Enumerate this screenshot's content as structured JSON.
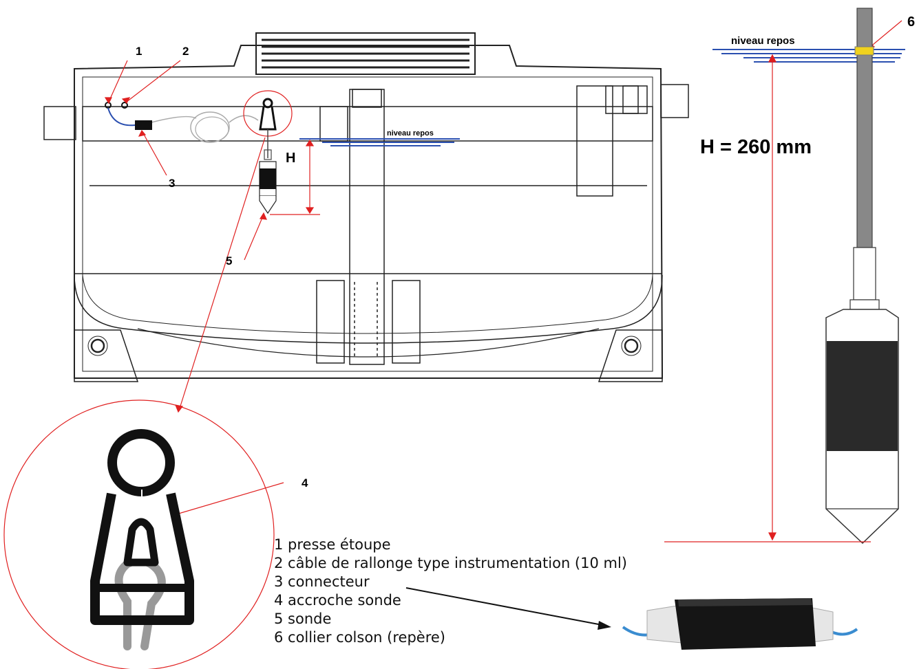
{
  "callouts": {
    "c1": "1",
    "c2": "2",
    "c3": "3",
    "c4": "4",
    "c5": "5",
    "c6": "6"
  },
  "tank": {
    "rest_level_label": "niveau repos",
    "height_label": "H"
  },
  "probe_detail": {
    "rest_level_label": "niveau repos",
    "height_value": "H = 260 mm"
  },
  "legend": {
    "items": [
      "1 presse étoupe",
      "2 câble de rallonge type instrumentation (10 ml)",
      "3 connecteur",
      "4 accroche sonde",
      "5 sonde",
      "6 collier colson (repère)"
    ]
  },
  "colors": {
    "callout_line": "#e02020",
    "water_line": "#2a4fb0",
    "marker": "#f0d21e",
    "probe": "#222222",
    "cable": "#9a9a9a"
  }
}
